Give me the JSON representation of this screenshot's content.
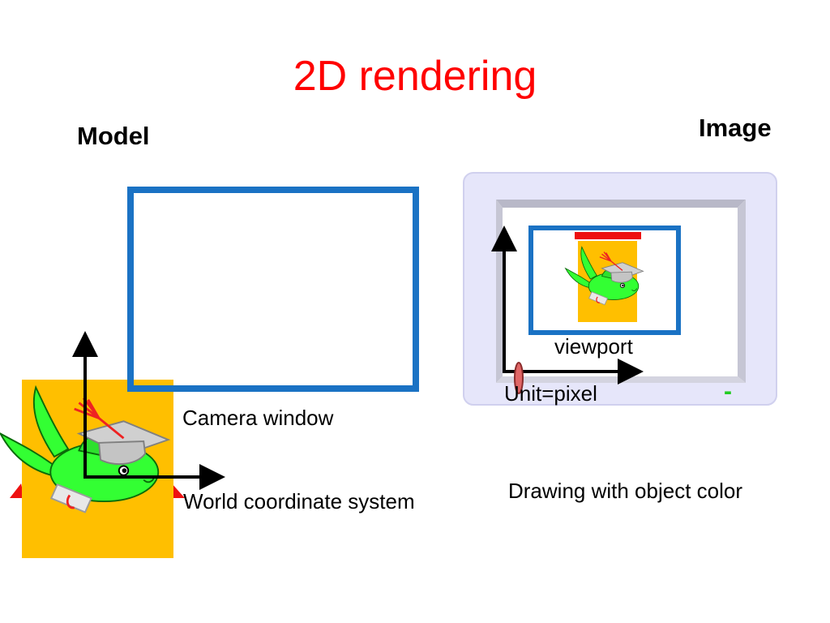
{
  "slide": {
    "title": "2D rendering",
    "model_label": "Model",
    "image_label": "Image"
  },
  "labels": {
    "camera_window": "Camera window",
    "world_coordinate_system": "World coordinate system",
    "viewport": "viewport",
    "unit": "Unit=pixel",
    "drawing": "Drawing with object color",
    "indicator": "-"
  },
  "colors": {
    "title": "#ff0000",
    "frame_blue": "#1a72c4",
    "tile_orange": "#ffbf00",
    "fish_green": "#33ff33",
    "monitor_face": "#e6e6fa",
    "red_bar": "#ee1111",
    "indicator_green": "#22cc22"
  },
  "icons": {
    "fish": "fish-icon",
    "graduation_cap": "graduation-cap-icon",
    "diploma": "diploma-scroll-icon",
    "monitor": "monitor-icon"
  }
}
